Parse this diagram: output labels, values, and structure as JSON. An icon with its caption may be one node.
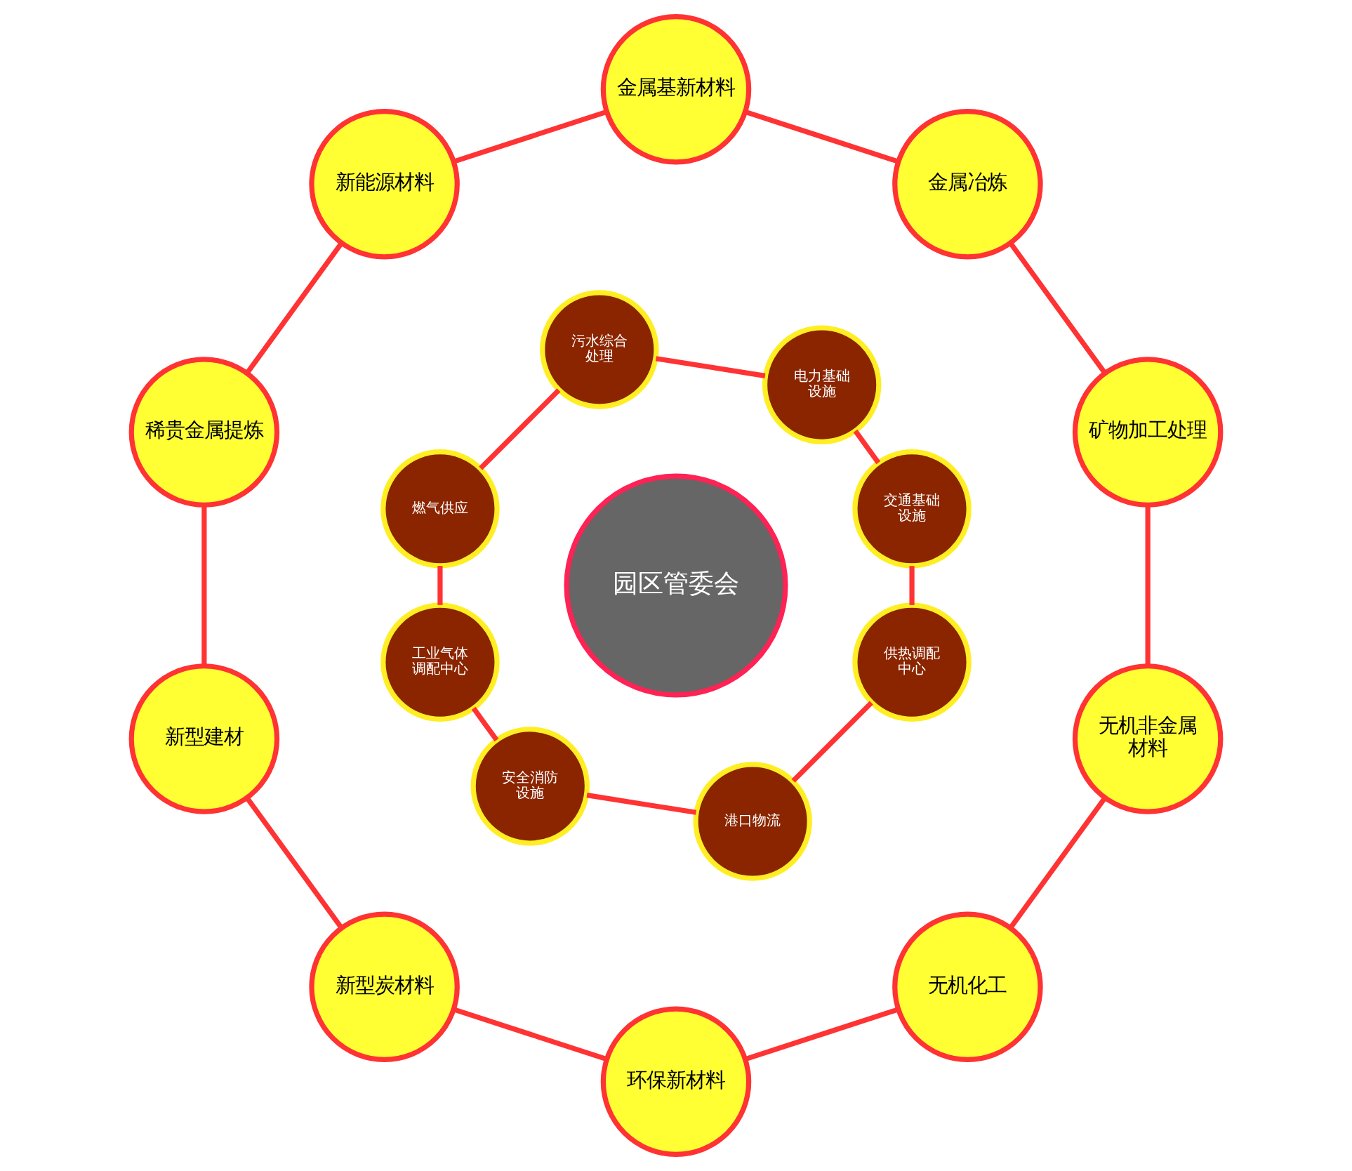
{
  "diagram": {
    "nodes": [
      {
        "text": [
          "矿物加工处理"
        ]
      },
      {
        "text": [
          "金属冶炼"
        ]
      },
      {
        "text": [
          "金属基新材料"
        ]
      },
      {
        "text": [
          "新能源材料"
        ]
      },
      {
        "text": [
          "稀贵金属提炼"
        ]
      },
      {
        "text": [
          "新型建材"
        ]
      },
      {
        "text": [
          "新型炭材料"
        ]
      },
      {
        "text": [
          "环保新材料"
        ]
      },
      {
        "text": [
          "无机化工"
        ]
      },
      {
        "text": [
          "无机非金属材料"
        ]
      },
      {
        "text": [
          "园区管委会"
        ]
      },
      {
        "text": [
          "交通基础设施"
        ]
      },
      {
        "text": [
          "电力基础设施"
        ]
      },
      {
        "text": [
          "污水综合处理"
        ]
      },
      {
        "text": [
          "燃气供应"
        ]
      },
      {
        "text": [
          "工业气体调配中心"
        ]
      },
      {
        "text": [
          "安全消防设施"
        ]
      },
      {
        "text": [
          "港口物流"
        ]
      },
      {
        "text": [
          "供热调配中心"
        ]
      }
    ],
    "edges": [
      {
        "from": 0,
        "to": 1,
        "arrow": "none"
      },
      {
        "from": 1,
        "to": 2,
        "arrow": "none"
      },
      {
        "from": 2,
        "to": 3,
        "arrow": "none"
      },
      {
        "from": 3,
        "to": 4,
        "arrow": "none"
      },
      {
        "from": 4,
        "to": 5,
        "arrow": "none"
      },
      {
        "from": 5,
        "to": 6,
        "arrow": "none"
      },
      {
        "from": 6,
        "to": 7,
        "arrow": "none"
      },
      {
        "from": 7,
        "to": 8,
        "arrow": "none"
      },
      {
        "from": 8,
        "to": 9,
        "arrow": "none"
      },
      {
        "from": 9,
        "to": 0,
        "arrow": "none"
      },
      {
        "from": 11,
        "to": 12,
        "arrow": "none"
      },
      {
        "from": 12,
        "to": 13,
        "arrow": "none"
      },
      {
        "from": 13,
        "to": 14,
        "arrow": "none"
      },
      {
        "from": 14,
        "to": 15,
        "arrow": "none"
      },
      {
        "from": 15,
        "to": 16,
        "arrow": "none"
      },
      {
        "from": 16,
        "to": 17,
        "arrow": "none"
      },
      {
        "from": 17,
        "to": 18,
        "arrow": "none"
      },
      {
        "from": 18,
        "to": 11,
        "arrow": "none"
      }
    ]
  }
}
